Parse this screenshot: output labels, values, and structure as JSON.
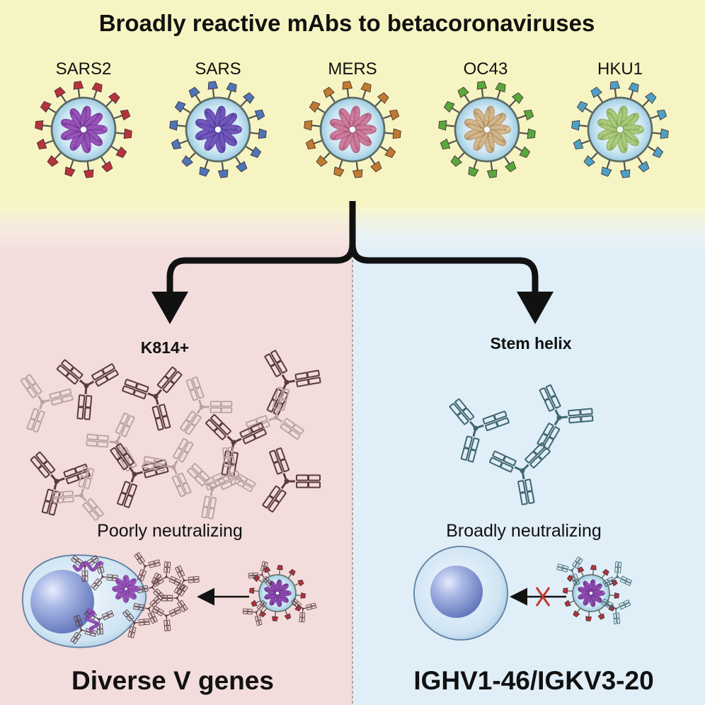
{
  "title": "Broadly reactive mAbs to betacoronaviruses",
  "viruses": [
    {
      "label": "SARS2",
      "spike_color": "#b5333c",
      "core_color": "#a45fc4",
      "core_dark": "#6d2f8e"
    },
    {
      "label": "SARS",
      "spike_color": "#4f74b8",
      "core_color": "#7e62c8",
      "core_dark": "#4c3593"
    },
    {
      "label": "MERS",
      "spike_color": "#c27a2f",
      "core_color": "#d98aaa",
      "core_dark": "#a3506f"
    },
    {
      "label": "OC43",
      "spike_color": "#5aa83c",
      "core_color": "#e1c49c",
      "core_dark": "#a68656"
    },
    {
      "label": "HKU1",
      "spike_color": "#4f9fc4",
      "core_color": "#b8d58a",
      "core_dark": "#7da152"
    }
  ],
  "left_panel": {
    "heading": "K814+",
    "caption": "Poorly neutralizing",
    "footer": "Diverse V genes",
    "antibody_color": "#5c3a3c",
    "antibody_faded_color": "#b8a1a0",
    "background": "#f2dcdc"
  },
  "right_panel": {
    "heading": "Stem helix",
    "caption": "Broadly neutralizing",
    "footer": "IGHV1-46/IGKV3-20",
    "antibody_color": "#3f6670",
    "background": "#e0eef8"
  },
  "colors": {
    "top_background": "#f6f4c2",
    "arrow": "#111111",
    "cell_body": "#cfe4f3",
    "nucleus": "#7f95d4",
    "block_mark": "#c0392b"
  }
}
